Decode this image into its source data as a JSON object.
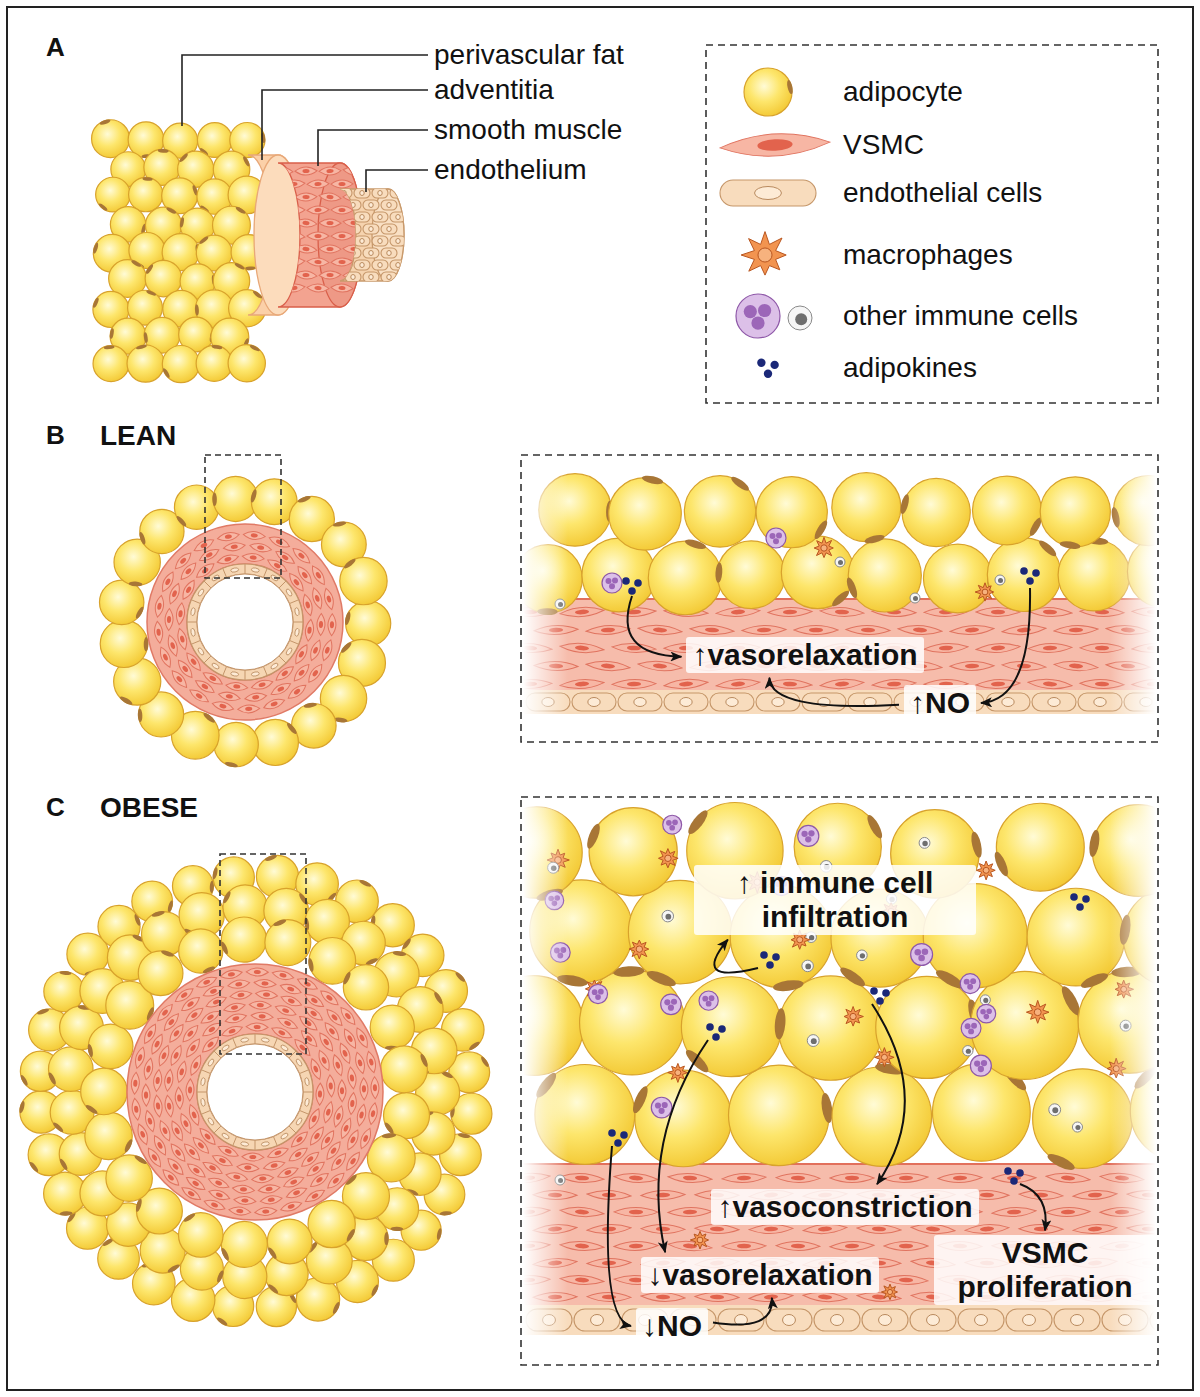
{
  "diagram": {
    "labels": [
      "A",
      "perivascular fat",
      "adventitia",
      "smooth muscle",
      "endothelium",
      "B",
      "LEAN",
      "↑vasorelaxation",
      "↑NO",
      "C",
      "OBESE",
      "↑ immune cell infiltration",
      "↑vasoconstriction",
      "VSMC proliferation",
      "↓vasorelaxation",
      "↓NO"
    ],
    "legend": [
      {
        "text": "adipocyte"
      },
      {
        "text": "VSMC"
      },
      {
        "text": "endothelial cells"
      },
      {
        "text": "macrophages"
      },
      {
        "text": "other immune cells"
      },
      {
        "text": "adipokines"
      }
    ]
  }
}
